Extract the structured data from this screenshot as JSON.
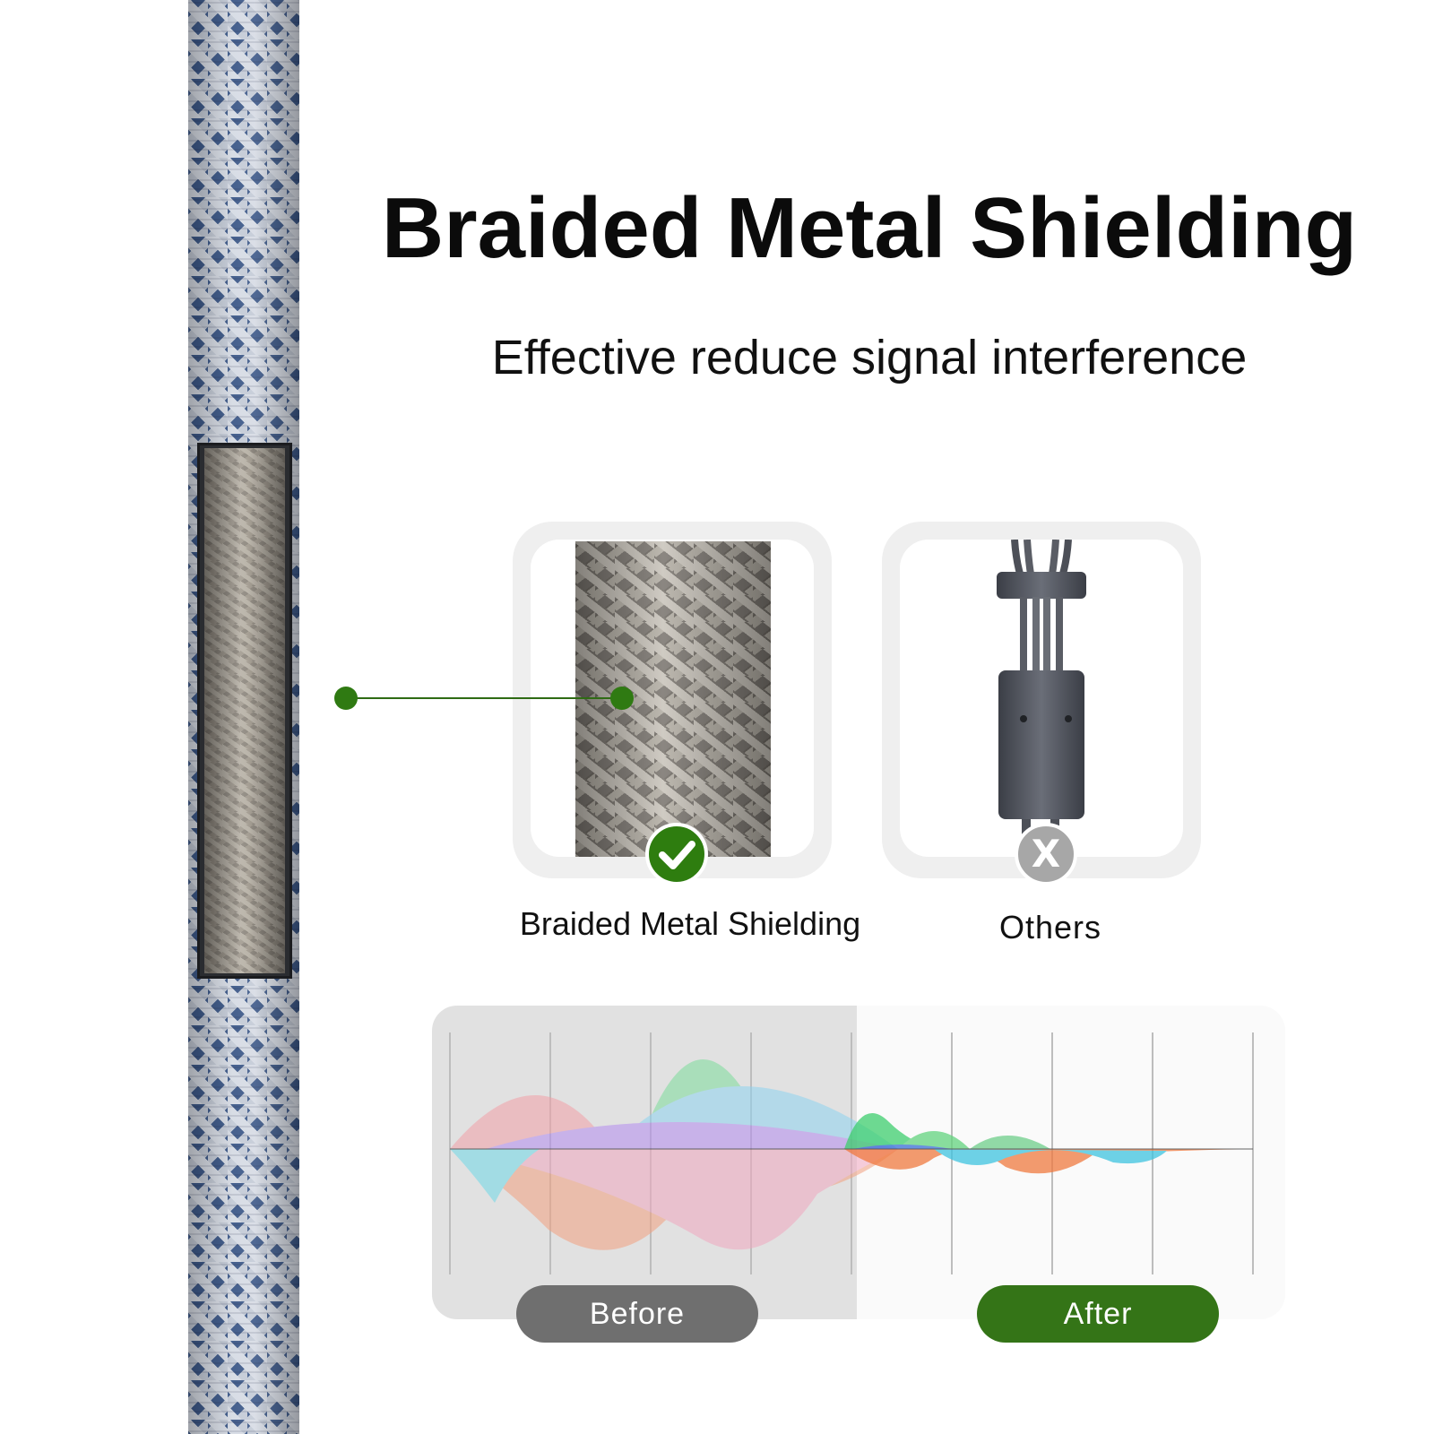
{
  "header": {
    "title": "Braided Metal Shielding",
    "subtitle": "Effective reduce signal interference"
  },
  "comparison": {
    "braided_label": "Braided Metal Shielding",
    "others_label": "Others",
    "check_icon": "checkmark-icon",
    "x_icon": "x-icon",
    "x_glyph": "X"
  },
  "waveform": {
    "before_label": "Before",
    "after_label": "After"
  },
  "colors": {
    "accent_green": "#2e7d0f",
    "pill_after": "#347417",
    "pill_before": "#6f6f6f",
    "cable_blue": "#3c5888"
  }
}
